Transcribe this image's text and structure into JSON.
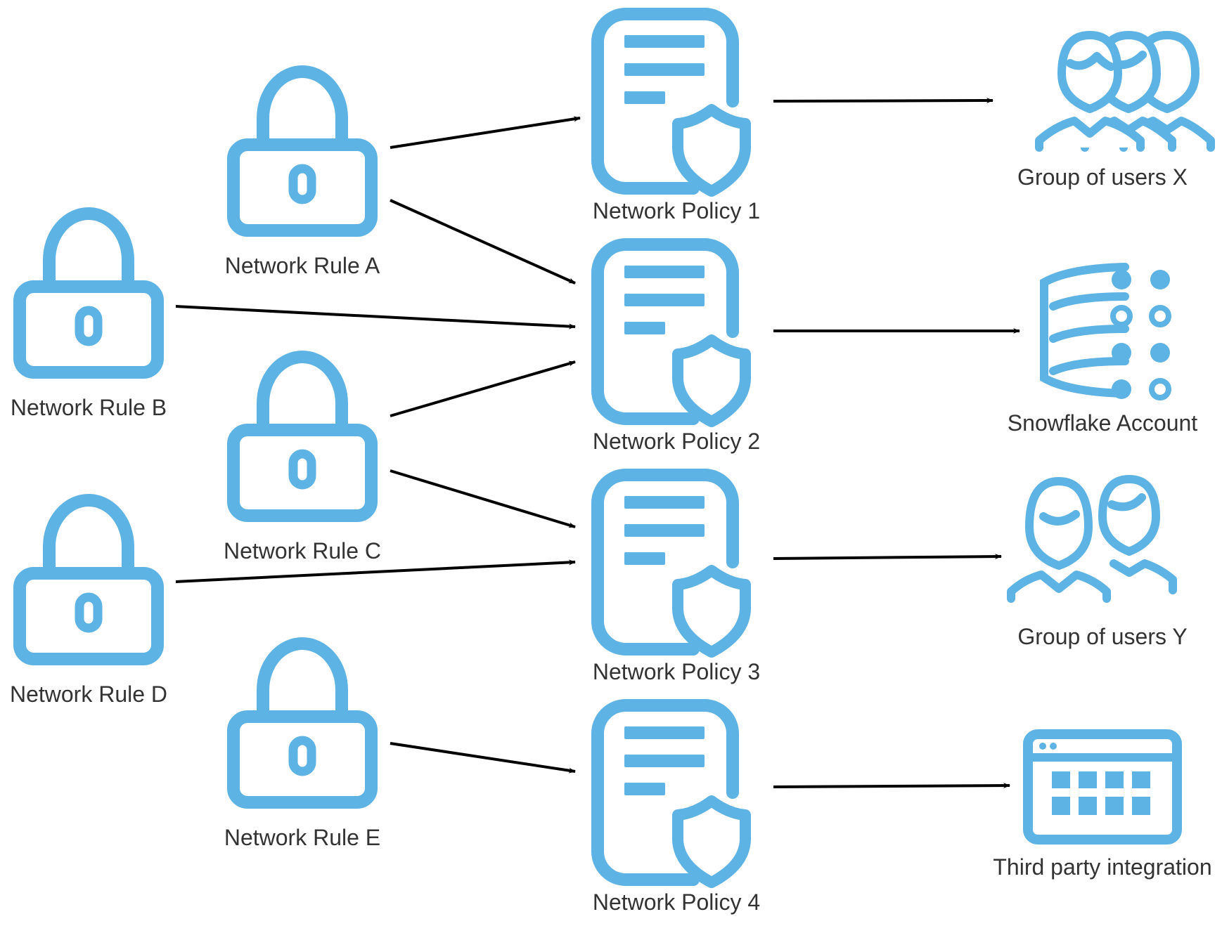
{
  "colors": {
    "icon": "#5DB3E3",
    "arrow": "#000000",
    "text": "#333333",
    "background": "#FFFFFF"
  },
  "rules": [
    {
      "id": "A",
      "label": "Network Rule A",
      "icon": "lock-icon"
    },
    {
      "id": "B",
      "label": "Network Rule B",
      "icon": "lock-icon"
    },
    {
      "id": "C",
      "label": "Network Rule C",
      "icon": "lock-icon"
    },
    {
      "id": "D",
      "label": "Network Rule D",
      "icon": "lock-icon"
    },
    {
      "id": "E",
      "label": "Network Rule E",
      "icon": "lock-icon"
    }
  ],
  "policies": [
    {
      "id": "1",
      "label": "Network Policy 1",
      "icon": "policy-document-shield-icon"
    },
    {
      "id": "2",
      "label": "Network Policy 2",
      "icon": "policy-document-shield-icon"
    },
    {
      "id": "3",
      "label": "Network Policy 3",
      "icon": "policy-document-shield-icon"
    },
    {
      "id": "4",
      "label": "Network Policy 4",
      "icon": "policy-document-shield-icon"
    }
  ],
  "targets": [
    {
      "id": "users-x",
      "label": "Group of users X",
      "icon": "user-group-icon"
    },
    {
      "id": "account",
      "label": "Snowflake Account",
      "icon": "database-icon"
    },
    {
      "id": "users-y",
      "label": "Group of users Y",
      "icon": "user-pair-icon"
    },
    {
      "id": "integration",
      "label": "Third party integration",
      "icon": "app-grid-icon"
    }
  ],
  "edges": [
    {
      "from": "rule-A",
      "to": "policy-1"
    },
    {
      "from": "rule-A",
      "to": "policy-2"
    },
    {
      "from": "rule-B",
      "to": "policy-2"
    },
    {
      "from": "rule-C",
      "to": "policy-2"
    },
    {
      "from": "rule-C",
      "to": "policy-3"
    },
    {
      "from": "rule-D",
      "to": "policy-3"
    },
    {
      "from": "rule-E",
      "to": "policy-4"
    },
    {
      "from": "policy-1",
      "to": "target-users-x"
    },
    {
      "from": "policy-2",
      "to": "target-account"
    },
    {
      "from": "policy-3",
      "to": "target-users-y"
    },
    {
      "from": "policy-4",
      "to": "target-integration"
    }
  ]
}
